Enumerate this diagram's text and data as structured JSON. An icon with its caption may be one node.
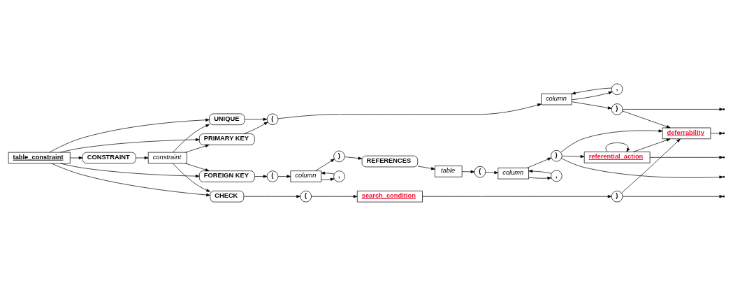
{
  "diagram": {
    "nodes": [
      {
        "text": [
          "table_constraint"
        ]
      },
      {
        "text": [
          "CONSTRAINT"
        ]
      },
      {
        "text": [
          "constraint"
        ]
      },
      {
        "text": [
          "UNIQUE"
        ]
      },
      {
        "text": [
          "PRIMARY KEY"
        ]
      },
      {
        "text": [
          "("
        ]
      },
      {
        "text": [
          "column"
        ]
      },
      {
        "text": [
          ","
        ]
      },
      {
        "text": [
          ")"
        ]
      },
      {
        "text": [
          "FOREIGN KEY"
        ]
      },
      {
        "text": [
          "("
        ]
      },
      {
        "text": [
          "column"
        ]
      },
      {
        "text": [
          ","
        ]
      },
      {
        "text": [
          ")"
        ]
      },
      {
        "text": [
          "REFERENCES"
        ]
      },
      {
        "text": [
          "table"
        ]
      },
      {
        "text": [
          "("
        ]
      },
      {
        "text": [
          "column"
        ]
      },
      {
        "text": [
          ","
        ]
      },
      {
        "text": [
          ")"
        ]
      },
      {
        "text": [
          "referential_action"
        ]
      },
      {
        "text": [
          "CHECK"
        ]
      },
      {
        "text": [
          "("
        ]
      },
      {
        "text": [
          "search_condition"
        ]
      },
      {
        "text": [
          ")"
        ]
      },
      {
        "text": [
          "deferrability"
        ]
      }
    ],
    "edges": [
      {
        "from": 0,
        "to": 1,
        "arrow": "to"
      },
      {
        "from": 1,
        "to": 2,
        "arrow": "to"
      },
      {
        "from": 2,
        "to": 3,
        "arrow": "to"
      },
      {
        "from": 2,
        "to": 4,
        "arrow": "to"
      },
      {
        "from": 2,
        "to": 9,
        "arrow": "to"
      },
      {
        "from": 2,
        "to": 21,
        "arrow": "to"
      },
      {
        "from": 0,
        "to": 3,
        "arrow": "to"
      },
      {
        "from": 0,
        "to": 4,
        "arrow": "to"
      },
      {
        "from": 0,
        "to": 9,
        "arrow": "to"
      },
      {
        "from": 0,
        "to": 21,
        "arrow": "to"
      },
      {
        "from": 3,
        "to": 5,
        "arrow": "to"
      },
      {
        "from": 4,
        "to": 5,
        "arrow": "to"
      },
      {
        "from": 5,
        "to": 6,
        "arrow": "to"
      },
      {
        "from": 6,
        "to": 7,
        "arrow": "to"
      },
      {
        "from": 7,
        "to": 6,
        "arrow": "to"
      },
      {
        "from": 6,
        "to": 8,
        "arrow": "to"
      },
      {
        "from": 9,
        "to": 10,
        "arrow": "to"
      },
      {
        "from": 10,
        "to": 11,
        "arrow": "to"
      },
      {
        "from": 11,
        "to": 12,
        "arrow": "to"
      },
      {
        "from": 12,
        "to": 11,
        "arrow": "to"
      },
      {
        "from": 11,
        "to": 13,
        "arrow": "to"
      },
      {
        "from": 13,
        "to": 14,
        "arrow": "to"
      },
      {
        "from": 14,
        "to": 15,
        "arrow": "to"
      },
      {
        "from": 15,
        "to": 16,
        "arrow": "to"
      },
      {
        "from": 16,
        "to": 17,
        "arrow": "to"
      },
      {
        "from": 17,
        "to": 18,
        "arrow": "to"
      },
      {
        "from": 18,
        "to": 17,
        "arrow": "to"
      },
      {
        "from": 17,
        "to": 19,
        "arrow": "to"
      },
      {
        "from": 19,
        "to": 20,
        "arrow": "to"
      },
      {
        "from": 20,
        "to": 20,
        "arrow": "to"
      },
      {
        "from": 21,
        "to": 22,
        "arrow": "to"
      },
      {
        "from": 22,
        "to": 23,
        "arrow": "to"
      },
      {
        "from": 23,
        "to": 24,
        "arrow": "to"
      },
      {
        "from": 8,
        "to": 25,
        "arrow": "to"
      },
      {
        "from": 19,
        "to": 25,
        "arrow": "to"
      },
      {
        "from": 20,
        "to": 25,
        "arrow": "to"
      },
      {
        "from": 24,
        "to": 25,
        "arrow": "to"
      },
      {
        "from": 8,
        "to": null,
        "arrow": "to"
      },
      {
        "from": 19,
        "to": null,
        "arrow": "to"
      },
      {
        "from": 20,
        "to": null,
        "arrow": "to"
      },
      {
        "from": 24,
        "to": null,
        "arrow": "to"
      },
      {
        "from": 25,
        "to": null,
        "arrow": "to"
      }
    ]
  }
}
